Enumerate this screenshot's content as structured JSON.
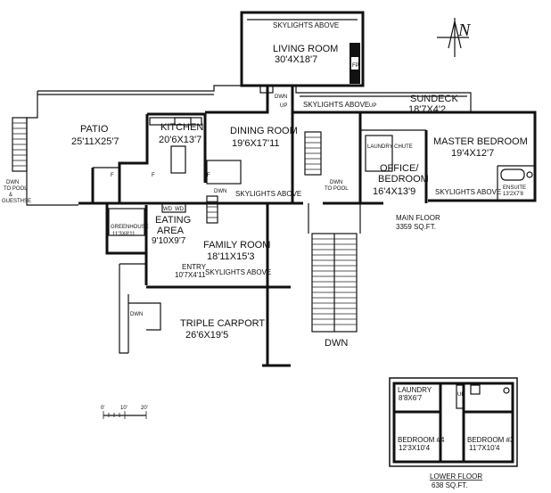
{
  "north": "N",
  "rooms": {
    "skylights_top": "SKYLIGHTS ABOVE",
    "living_room": "LIVING ROOM",
    "living_room_dim": "30'4X18'7",
    "fp": "FP",
    "sundeck": "SUNDECK",
    "sundeck_dim": "18'7X4'2",
    "patio": "PATIO",
    "patio_dim": "25'11X25'7",
    "kitchen": "KITCHEN",
    "kitchen_dim": "20'6X13'7",
    "dining_room": "DINING ROOM",
    "dining_room_dim": "19'6X17'11",
    "master_bedroom": "MASTER BEDROOM",
    "master_bedroom_dim": "19'4X12'7",
    "office_bedroom": "OFFICE/",
    "office_bedroom_2": "BEDROOM",
    "office_bedroom_dim": "16'4X13'9",
    "ensuite": "ENSUITE",
    "ensuite_dim": "13'2X7'8",
    "skylights_master": "SKYLIGHTS ABOVE",
    "skylights_dining": "SKYLIGHTS ABOVE",
    "skylights_sundeck": "SKYLIGHTS ABOVE",
    "skylights_family": "SKYLIGHTS ABOVE",
    "greenhouse": "GREENHOUSE",
    "greenhouse_dim": "11'3X8'11",
    "eating_area": "EATING",
    "eating_area_2": "AREA",
    "eating_area_dim": "9'10X9'7",
    "family_room": "FAMILY ROOM",
    "family_room_dim": "18'11X15'3",
    "entry": "ENTRY",
    "entry_dim": "10'7X4'11",
    "triple_carport": "TRIPLE CARPORT",
    "triple_carport_dim": "26'6X19'5",
    "dwn_pool_guest_1": "DWN",
    "dwn_pool_guest_2": "TO POOL",
    "dwn_pool_guest_3": "&",
    "dwn_pool_guest_4": "GUESTHSE",
    "dwn_to_pool_1": "DWN",
    "dwn_to_pool_2": "TO POOL",
    "dwn_main": "DWN",
    "dwn_top": "DWN",
    "up_top": "UP",
    "up_deck": "UP",
    "dwn_family": "DWN",
    "dwn_carport": "DWN",
    "laundry_chute": "LAUNDRY CHUTE",
    "wd1": "WD",
    "wd2": "WD",
    "f1": "F",
    "f2": "F",
    "f3": "F",
    "f4": "F"
  },
  "floors": {
    "main_floor": "MAIN FLOOR",
    "main_floor_sqft": "3359 SQ.FT.",
    "lower_floor": "LOWER FLOOR",
    "lower_floor_sqft": "638 SQ.FT."
  },
  "lower": {
    "laundry": "LAUNDRY",
    "laundry_dim": "8'8X6'7",
    "up": "UP",
    "bedroom4": "BEDROOM #4",
    "bedroom4_dim": "12'3X10'4",
    "bedroom3": "BEDROOM #3",
    "bedroom3_dim": "11'7X10'4"
  },
  "scale": {
    "label_left": "0'",
    "label_mid": "10'",
    "label_right": "20'"
  }
}
